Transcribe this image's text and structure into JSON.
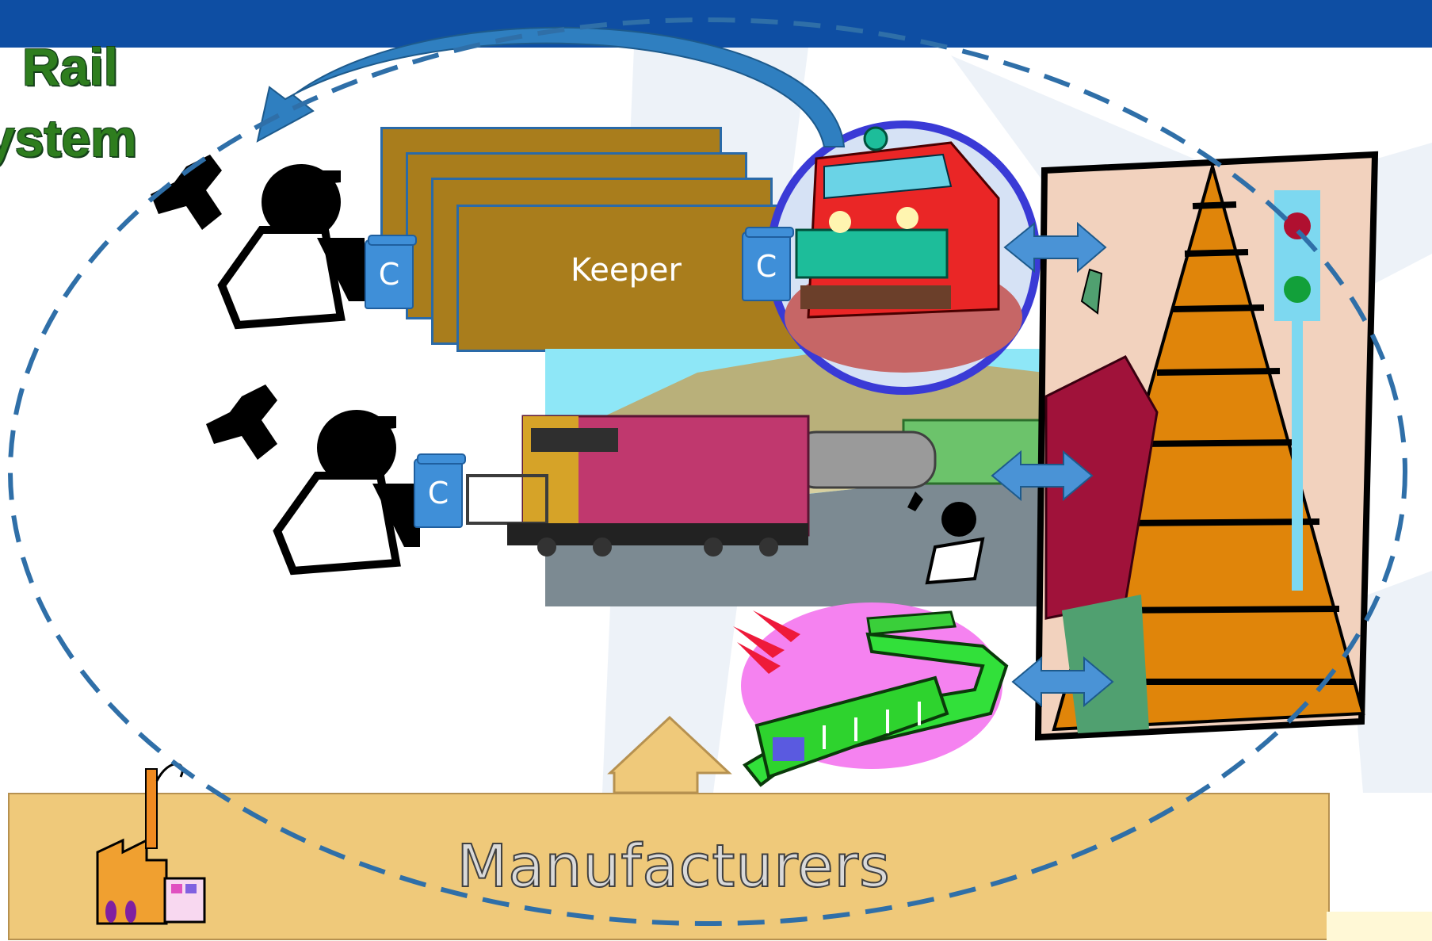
{
  "title": {
    "line1": "Rail",
    "line2": "ystem"
  },
  "keeper": {
    "label": "Keeper"
  },
  "badges": {
    "c1": "C",
    "c2": "C",
    "c3": "C"
  },
  "manufacturers": {
    "label": "Manufacturers"
  },
  "colors": {
    "header_blue": "#0e4ea3",
    "keeper_brown": "#a97d1c",
    "badge_blue": "#3f8fd8",
    "manufacturer_tan": "#efc97a",
    "ellipse_dash": "#2f6fa8",
    "title_green": "#2e7d1e"
  },
  "icons": [
    "mechanic-icon",
    "locomotive-icon",
    "freight-train-icon",
    "green-train-icon",
    "track-signal-icon",
    "factory-icon",
    "curved-arrow-icon",
    "double-arrow-icon",
    "up-arrow-icon"
  ]
}
